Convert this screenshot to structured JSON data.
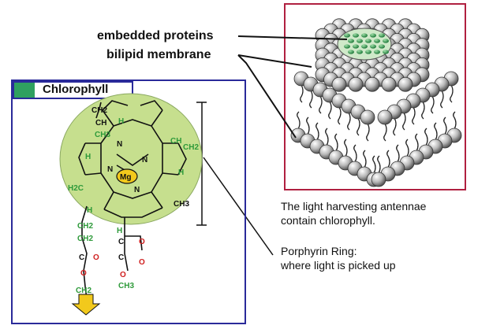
{
  "labels": {
    "embedded_proteins": "embedded proteins",
    "bilipid_membrane": "bilipid membrane"
  },
  "chlorophyll_panel": {
    "title": "Chlorophyll",
    "center_atom": "Mg"
  },
  "captions": {
    "antennae_line1": "The light harvesting antennae",
    "antennae_line2": "contain chlorophyll.",
    "porphyrin_line1": "Porphyrin Ring:",
    "porphyrin_line2": "where light is picked up"
  },
  "molecule_text": {
    "ch2_top": "CH2",
    "ch": "CH",
    "h": "H",
    "c": "C",
    "n": "N",
    "ch3": "CH3",
    "o": "O",
    "h2c": "H2C",
    "hc": "H-"
  },
  "colors": {
    "panel_border": "#2a2a9a",
    "membrane_border": "#b02040",
    "porphyrin_fill": "#c6df8e",
    "chlorophyll_swatch": "#2fa060",
    "arrow_yellow": "#f2c91c",
    "oxygen_red": "#d02020",
    "hydrogen_green": "#2e9a3a"
  }
}
